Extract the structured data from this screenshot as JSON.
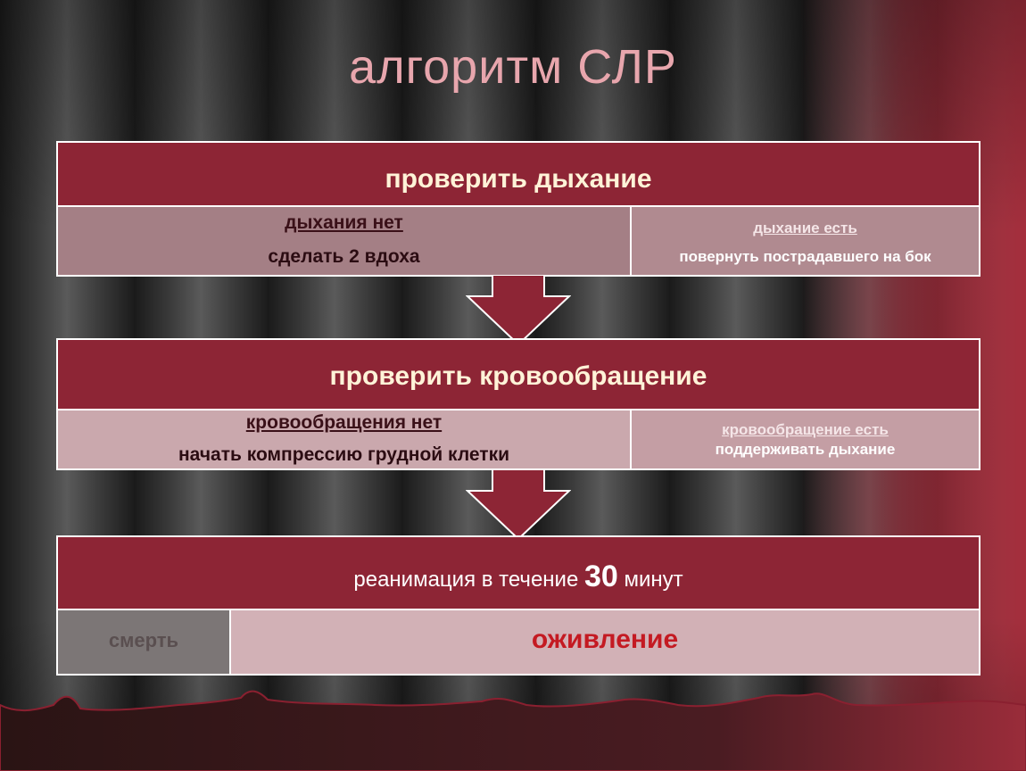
{
  "title": "алгоритм  СЛР",
  "steps": [
    {
      "heading": "проверить  дыхание",
      "left_line1": "дыхания  нет",
      "left_line2": "сделать 2 вдоха",
      "right_line1": "дыхание есть",
      "right_line2": "повернуть пострадавшего на бок"
    },
    {
      "heading": "проверить  кровообращение",
      "left_line1": "кровообращения  нет",
      "left_line2": "начать компрессию грудной клетки",
      "right_line1": "кровообращение есть",
      "right_line2": "поддерживать дыхание"
    }
  ],
  "final": {
    "heading_pre": "реанимация в течение ",
    "heading_number": "30",
    "heading_post": " минут",
    "left": "смерть",
    "right": "оживление"
  },
  "colors": {
    "header_bg": "#8d2535",
    "title_text": "#e8a6ad",
    "revival_text": "#c41a22"
  },
  "icons": [
    "down-arrow-icon",
    "down-arrow-icon"
  ]
}
